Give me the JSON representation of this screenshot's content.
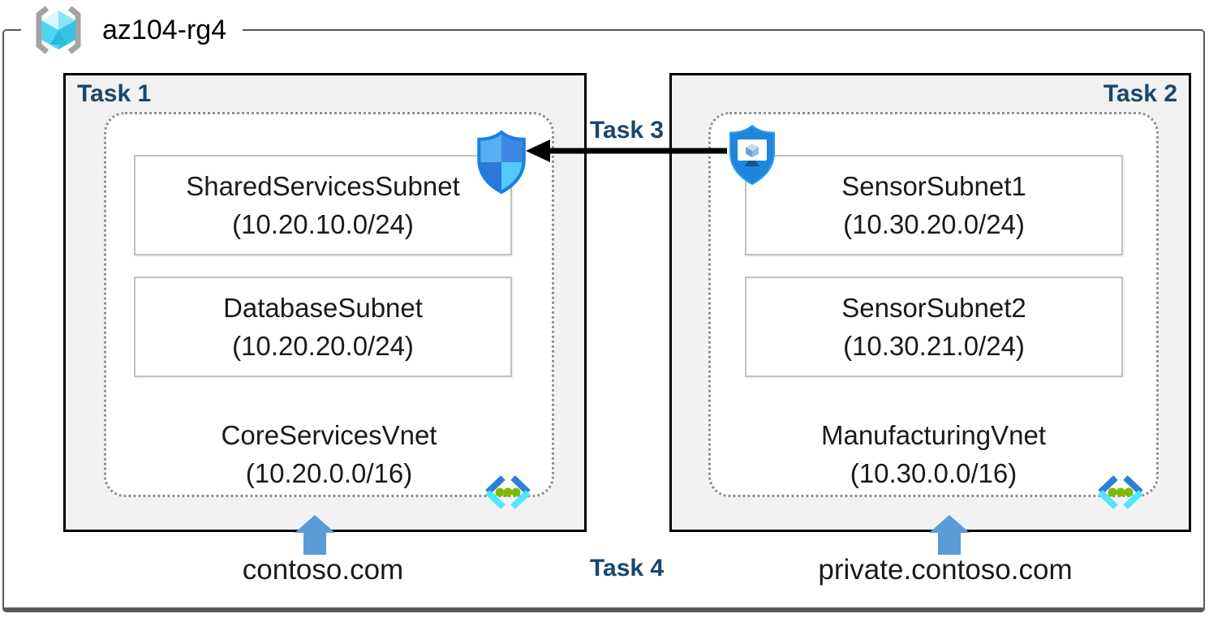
{
  "resource_group": {
    "name": "az104-rg4"
  },
  "panels": [
    {
      "task_label": "Task 1",
      "vnet": {
        "name": "CoreServicesVnet",
        "cidr": "(10.20.0.0/16)"
      },
      "subnets": [
        {
          "name": "SharedServicesSubnet",
          "cidr": "(10.20.10.0/24)"
        },
        {
          "name": "DatabaseSubnet",
          "cidr": "(10.20.20.0/24)"
        }
      ],
      "dns_label": "contoso.com"
    },
    {
      "task_label": "Task 2",
      "vnet": {
        "name": "ManufacturingVnet",
        "cidr": "(10.30.0.0/16)"
      },
      "subnets": [
        {
          "name": "SensorSubnet1",
          "cidr": "(10.30.20.0/24)"
        },
        {
          "name": "SensorSubnet2",
          "cidr": "(10.30.21.0/24)"
        }
      ],
      "dns_label": "private.contoso.com"
    }
  ],
  "annotations": {
    "task3_label": "Task 3",
    "task4_label": "Task 4"
  },
  "icons": {
    "resource_group": "resource-group-brackets-cube-icon",
    "left_shield": "network-security-group-shield-icon",
    "right_shield": "bastion-shield-monitor-icon",
    "vnet": "virtual-network-brackets-dots-icon",
    "peering_arrow": "black-left-arrow",
    "dns_arrow": "blue-up-arrow"
  },
  "colors": {
    "task_label_navy": "#17476F",
    "panel_fill": "#F2F2F2",
    "panel_border": "#000000",
    "frame_border": "#595959",
    "dotted_border": "#8F8F8F",
    "subnet_border": "#C0C0C0",
    "up_arrow_blue": "#5B9BD5",
    "shield_rim_blue": "#1B7FE4",
    "vnet_bracket_blue": "#2E7FD9",
    "vnet_bracket_cyan": "#50E6FF",
    "vnet_dot_green": "#7DBB00"
  }
}
